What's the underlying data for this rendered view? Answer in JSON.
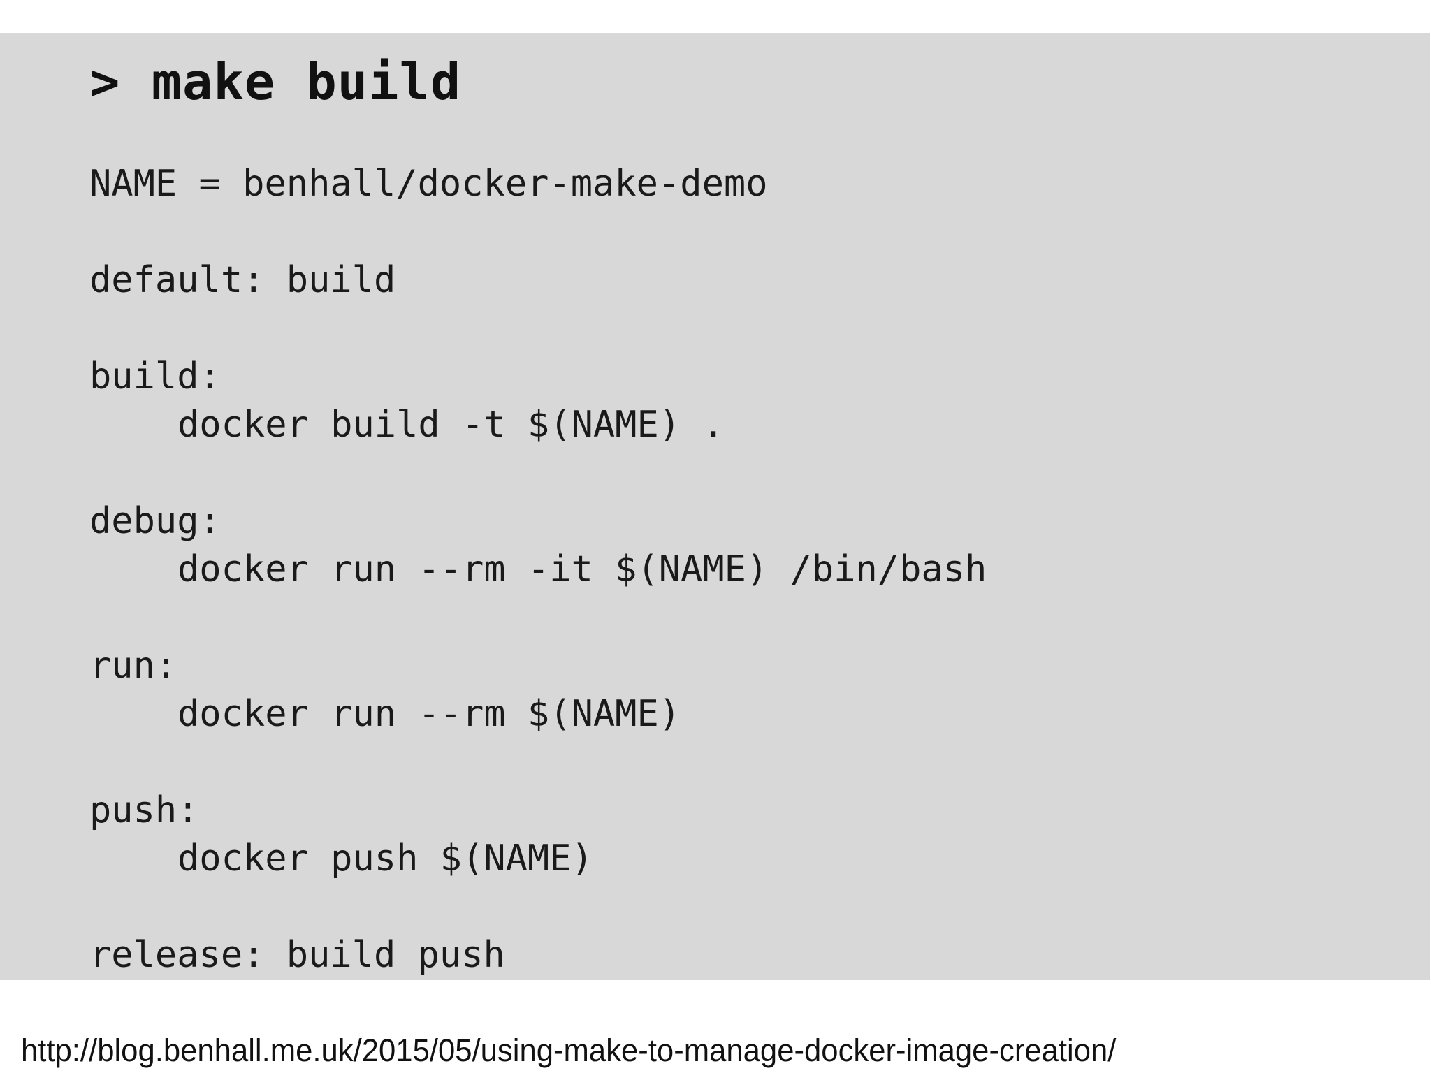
{
  "slide": {
    "title": "> make build",
    "code_lines": [
      {
        "text": "NAME = benhall/docker-make-demo",
        "indent": 0
      },
      {
        "text": "",
        "indent": 0
      },
      {
        "text": "default: build",
        "indent": 0
      },
      {
        "text": "",
        "indent": 0
      },
      {
        "text": "build:",
        "indent": 0
      },
      {
        "text": "docker build -t $(NAME) .",
        "indent": 1
      },
      {
        "text": "",
        "indent": 0
      },
      {
        "text": "debug:",
        "indent": 0
      },
      {
        "text": "docker run --rm -it $(NAME) /bin/bash",
        "indent": 1
      },
      {
        "text": "",
        "indent": 0
      },
      {
        "text": "run:",
        "indent": 0
      },
      {
        "text": "docker run --rm $(NAME)",
        "indent": 1
      },
      {
        "text": "",
        "indent": 0
      },
      {
        "text": "push:",
        "indent": 0
      },
      {
        "text": "docker push $(NAME)",
        "indent": 1
      },
      {
        "text": "",
        "indent": 0
      },
      {
        "text": "release: build push",
        "indent": 0
      }
    ],
    "colors": {
      "panel_bg": "#d8d8d8",
      "page_bg": "#ffffff",
      "text": "#1a1a1a"
    }
  },
  "footer": {
    "url": "http://blog.benhall.me.uk/2015/05/using-make-to-manage-docker-image-creation/"
  }
}
